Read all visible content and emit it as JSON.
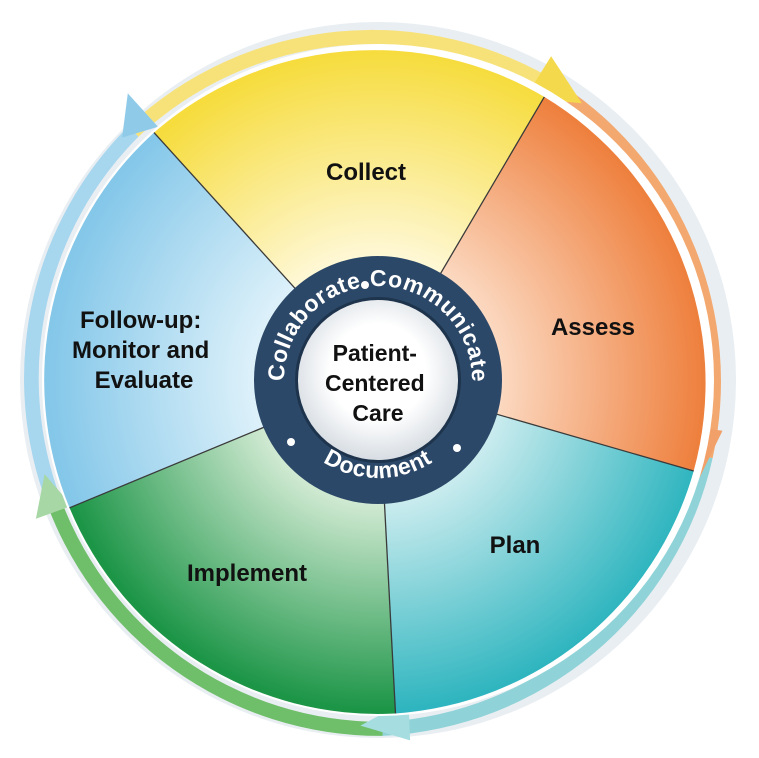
{
  "segments": [
    {
      "id": "collect",
      "label_lines": [
        "Collect"
      ]
    },
    {
      "id": "assess",
      "label_lines": [
        "Assess"
      ]
    },
    {
      "id": "plan",
      "label_lines": [
        "Plan"
      ]
    },
    {
      "id": "implement",
      "label_lines": [
        "Implement"
      ]
    },
    {
      "id": "followup",
      "label_lines": [
        "Follow-up:",
        "Monitor and",
        "Evaluate"
      ]
    }
  ],
  "center": {
    "lines": [
      "Patient-",
      "Centered",
      "Care"
    ]
  },
  "ring": {
    "collaborate": "Collaborate",
    "communicate": "Communicate",
    "document": "Document"
  },
  "colors": {
    "collect": "#f6df4c",
    "assess": "#ef8443",
    "plan": "#36b9c2",
    "implement": "#1f9a4e",
    "followup": "#86c9ea",
    "ring": "#2c4868",
    "hub": "#eef1f4"
  }
}
